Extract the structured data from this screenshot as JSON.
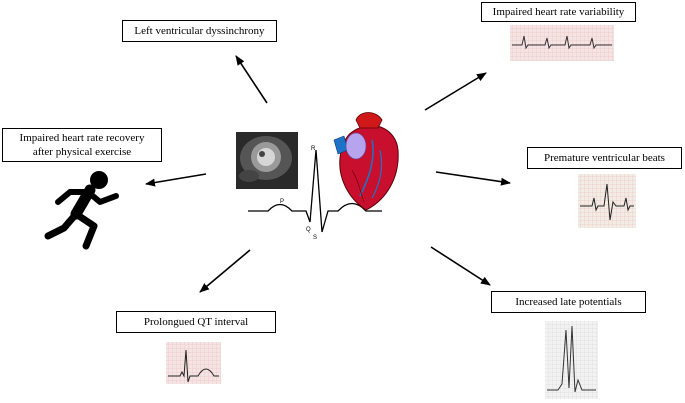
{
  "boxes": {
    "lvd": "Left ventricular dyssinchrony",
    "hrv": "Impaired heart rate variability",
    "hrr_line1": "Impaired heart rate recovery",
    "hrr_line2": "after physical exercise",
    "pvb": "Premature ventricular beats",
    "qt": "Prolongued QT interval",
    "late": "Increased late potentials"
  },
  "ecg_labels": {
    "p": "P",
    "q": "Q",
    "r": "R",
    "s": "S"
  },
  "colors": {
    "arrow": "#000000",
    "grid_bg": "#f6e4e4",
    "heart_red": "#c8102e",
    "heart_blue": "#1e73c8",
    "atrium_violet": "#b6a4ee"
  },
  "icons": [
    "running-person-icon",
    "heart-illustration",
    "cardiac-mri-image"
  ]
}
